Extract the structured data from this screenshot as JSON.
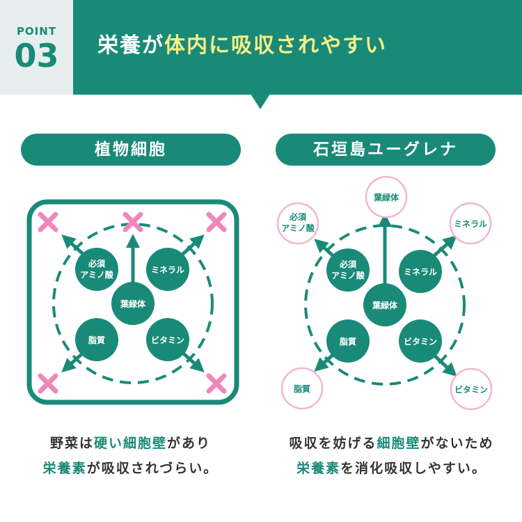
{
  "header": {
    "point_label": "POINT",
    "point_number": "03",
    "title_part1": "栄養が",
    "title_part2": "体内に吸収されやすい"
  },
  "colors": {
    "brand_green": "#1a8a78",
    "header_highlight": "#f7ef86",
    "point_bg": "#e6efee",
    "cross_pink": "#ee88bb",
    "circle_outline_pink": "#f2b6cf"
  },
  "left_panel": {
    "title": "植物細胞",
    "nodes": {
      "top_left": "必須アミノ酸",
      "top_left_line1": "必須",
      "top_left_line2": "アミノ酸",
      "top_right": "ミネラル",
      "center": "葉緑体",
      "bottom_left": "脂質",
      "bottom_right": "ビタミン"
    },
    "caption": {
      "line1_a": "野菜は",
      "line1_b": "硬い細胞壁",
      "line1_c": "があり",
      "line2_a": "栄養素",
      "line2_b": "が吸収されづらい。"
    }
  },
  "right_panel": {
    "title": "石垣島ユーグレナ",
    "nodes": {
      "top_left_line1": "必須",
      "top_left_line2": "アミノ酸",
      "top_right": "ミネラル",
      "center": "葉緑体",
      "bottom_left": "脂質",
      "bottom_right": "ビタミン"
    },
    "outer_nodes": {
      "top": "葉緑体",
      "top_left_line1": "必須",
      "top_left_line2": "アミノ酸",
      "top_right": "ミネラル",
      "bottom_left": "脂質",
      "bottom_right": "ビタミン"
    },
    "caption": {
      "line1_a": "吸収を妨げる",
      "line1_b": "細胞壁",
      "line1_c": "がないため",
      "line2_a": "栄養素",
      "line2_b": "を消化吸収しやすい。"
    }
  }
}
